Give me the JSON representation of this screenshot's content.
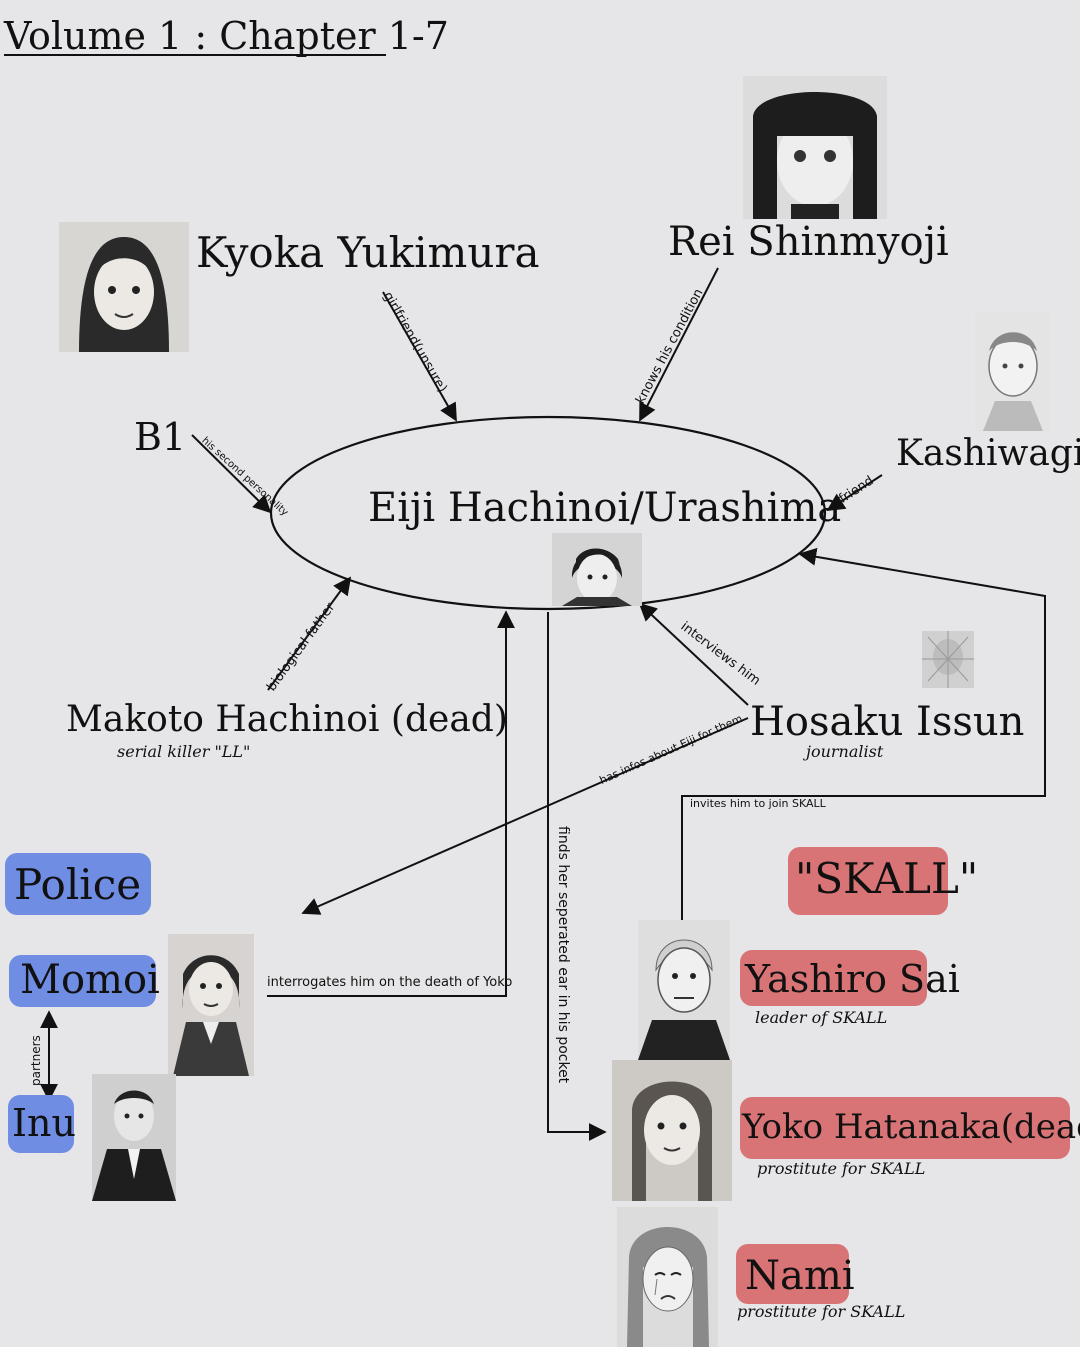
{
  "title": "Volume 1 : Chapter 1-7",
  "center": {
    "name": "Eiji Hachinoi/Urashima",
    "portrait_icon": "eiji-portrait"
  },
  "characters": {
    "kyoka": {
      "name": "Kyoka Yukimura"
    },
    "rei": {
      "name": "Rei Shinmyoji"
    },
    "kashiwagi": {
      "name": "Kashiwagi"
    },
    "b1": {
      "name": "B1"
    },
    "makoto": {
      "name": "Makoto Hachinoi (dead)",
      "sub": "serial killer \"LL\""
    },
    "hosaku": {
      "name": "Hosaku Issun",
      "sub": "journalist"
    },
    "momoi": {
      "name": "Momoi"
    },
    "inu": {
      "name": "Inu"
    },
    "yashiro": {
      "name": "Yashiro Sai",
      "sub": "leader of SKALL"
    },
    "yoko": {
      "name": "Yoko Hatanaka(dead)",
      "sub": "prostitute for SKALL"
    },
    "nami": {
      "name": "Nami",
      "sub": "prostitute for SKALL"
    }
  },
  "groups": {
    "police": "Police",
    "skall": "\"SKALL\""
  },
  "relations": {
    "kyoka": "girlfriend(unsure)",
    "rei": "knows his condition",
    "b1": "his second personality",
    "kashiwagi": "friend",
    "makoto": "biological father",
    "hosaku_interviews": "interviews him",
    "hosaku_police": "has infos about Eiji for them",
    "momoi": "interrogates him on the death of Yoko",
    "ear": "finds her seperated ear in his pocket",
    "yashiro": "invites him to join SKALL",
    "partners": "partners"
  },
  "colors": {
    "police": "#6f8de3",
    "skall": "#d97476",
    "background": "#e6e6e8",
    "ink": "#111111"
  }
}
